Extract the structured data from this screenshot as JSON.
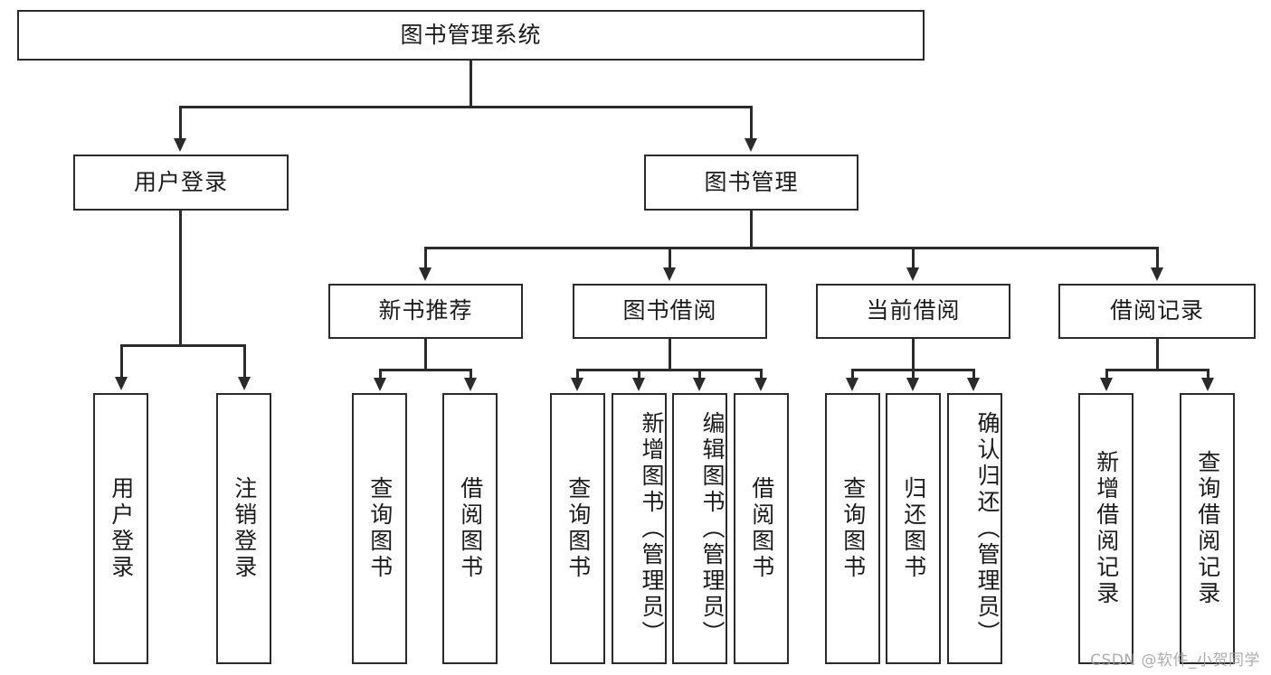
{
  "diagram": {
    "title": "图书管理系统",
    "root": {
      "label": "图书管理系统"
    },
    "level2": [
      {
        "label": "用户登录"
      },
      {
        "label": "图书管理"
      }
    ],
    "level3": [
      {
        "label": "新书推荐"
      },
      {
        "label": "图书借阅"
      },
      {
        "label": "当前借阅"
      },
      {
        "label": "借阅记录"
      }
    ],
    "leaves": {
      "user_login": [
        {
          "label": "用户登录"
        },
        {
          "label": "注销登录"
        }
      ],
      "new_book_recommend": [
        {
          "label": "查询图书"
        },
        {
          "label": "借阅图书"
        }
      ],
      "book_borrow": [
        {
          "label": "查询图书"
        },
        {
          "label": "新增图书（管理员）"
        },
        {
          "label": "编辑图书（管理员）"
        },
        {
          "label": "借阅图书"
        }
      ],
      "current_borrow": [
        {
          "label": "查询图书"
        },
        {
          "label": "归还图书"
        },
        {
          "label": "确认归还（管理员）"
        }
      ],
      "borrow_record": [
        {
          "label": "新增借阅记录"
        },
        {
          "label": "查询借阅记录"
        }
      ]
    }
  },
  "watermark": {
    "text": "CSDN @软件_小贺同学"
  },
  "colors": {
    "stroke": "#2b2b2b",
    "background": "#ffffff",
    "text": "#1b1b1b",
    "watermark": "#9e9e9e"
  }
}
